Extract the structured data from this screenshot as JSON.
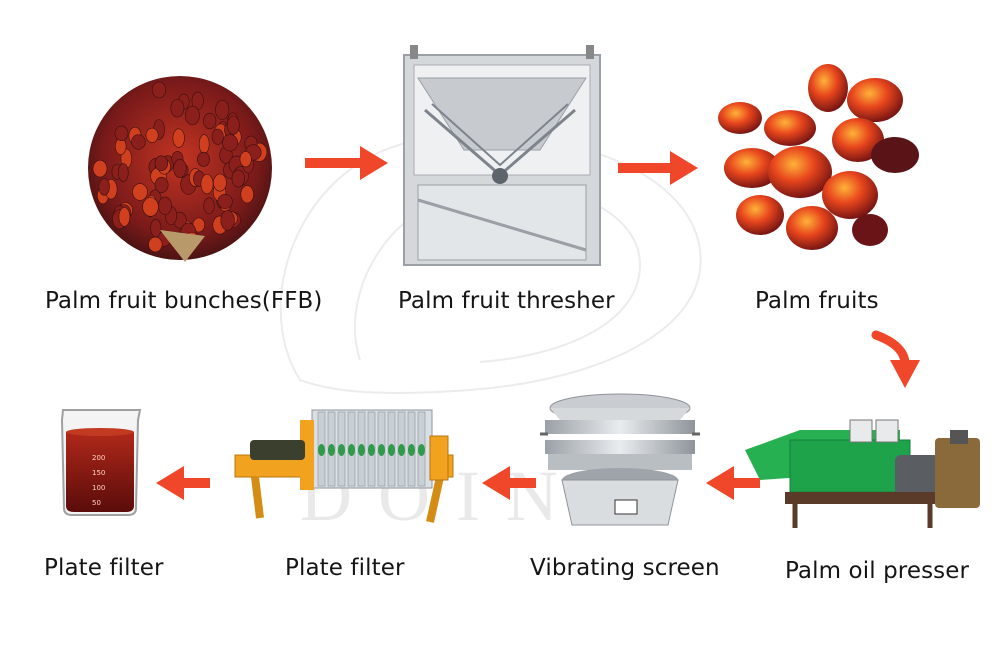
{
  "steps": {
    "bunches": {
      "label": "Palm fruit bunches(FFB)"
    },
    "thresher": {
      "label": "Palm fruit thresher"
    },
    "fruits": {
      "label": "Palm fruits"
    },
    "presser": {
      "label": "Palm oil presser"
    },
    "screen": {
      "label": "Vibrating screen"
    },
    "filter": {
      "label": "Plate filter"
    },
    "oil": {
      "label": "Plate filter"
    }
  },
  "watermark": {
    "text": "DOING"
  },
  "beaker_scale": [
    "200",
    "150",
    "100",
    "50"
  ],
  "colors": {
    "arrow": "#f0462a",
    "machine_green": "#1ea24a",
    "filter_yellow": "#f1a21e",
    "oil": "#8a1a12"
  }
}
